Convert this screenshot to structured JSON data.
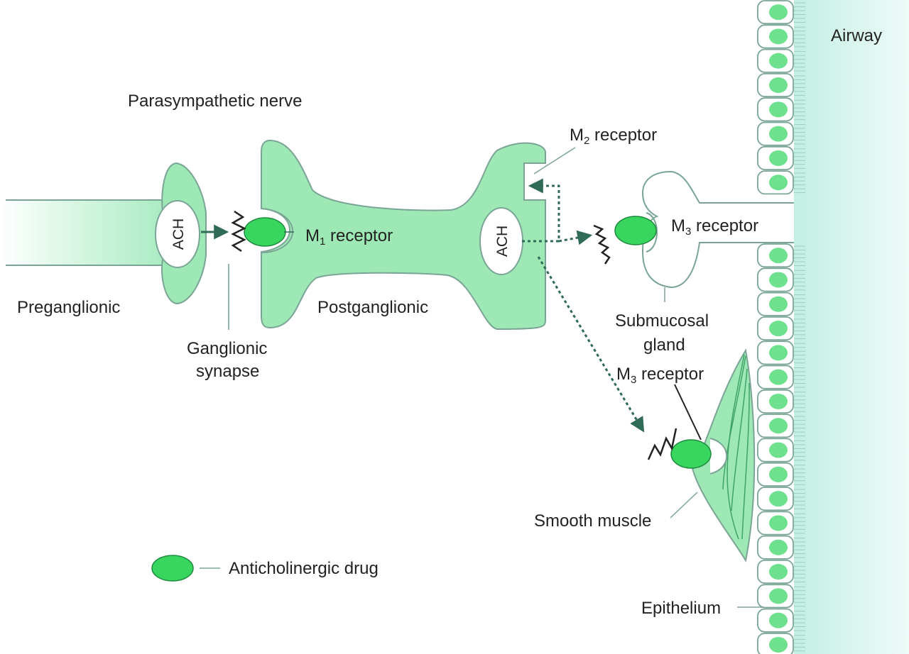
{
  "labels": {
    "airway": "Airway",
    "parasympathetic_nerve": "Parasympathetic nerve",
    "preganglionic": "Preganglionic",
    "postganglionic": "Postganglionic",
    "ganglionic_synapse_line1": "Ganglionic",
    "ganglionic_synapse_line2": "synapse",
    "m1_prefix": "M",
    "m1_sub": "1",
    "m1_suffix": " receptor",
    "m2_prefix": "M",
    "m2_sub": "2",
    "m2_suffix": " receptor",
    "m3_gland_prefix": "M",
    "m3_gland_sub": "3",
    "m3_gland_suffix": " receptor",
    "submucosal_line1": "Submucosal",
    "submucosal_line2": "gland",
    "m3_muscle_prefix": "M",
    "m3_muscle_sub": "3",
    "m3_muscle_suffix": " receptor",
    "smooth_muscle": "Smooth muscle",
    "epithelium": "Epithelium",
    "legend_drug": "Anticholinergic drug",
    "ach_pre": "ACH",
    "ach_post": "ACH"
  },
  "colors": {
    "cell_fill": "#9de8b4",
    "drug_fill": "#38d65f",
    "outline": "#7aa596",
    "arrow": "#2f6b57",
    "airway_light": "#dff7f1",
    "nucleus": "#6ee08e"
  }
}
